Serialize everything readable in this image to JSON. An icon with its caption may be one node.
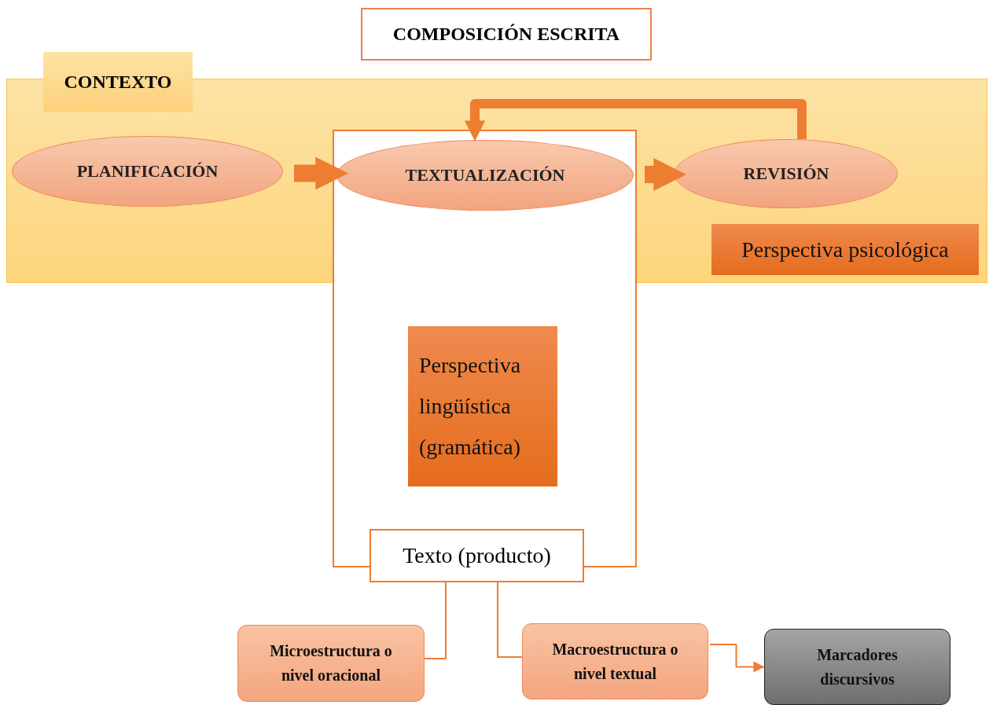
{
  "diagram": {
    "nodes": [
      {
        "text": [
          "COMPOSICIÓN ESCRITA"
        ]
      },
      {
        "text": [
          "CONTEXTO"
        ]
      },
      {
        "text": [
          "PLANIFICACIÓN"
        ],
        "in": 1
      },
      {
        "text": [],
        "shape": "box"
      },
      {
        "text": [
          "TEXTUALIZACIÓN"
        ]
      },
      {
        "text": [
          "Perspectiva lingüística (gramática)"
        ],
        "in": 3
      },
      {
        "text": [
          "Texto (producto)"
        ]
      },
      {
        "text": [
          "REVISIÓN"
        ],
        "in": 1
      },
      {
        "text": [
          "Perspectiva psicológica"
        ],
        "in": 1
      },
      {
        "text": [
          "Microestructura o nivel oracional"
        ]
      },
      {
        "text": [
          "Macroestructura o nivel textual"
        ]
      },
      {
        "text": [
          "Marcadores discursivos"
        ]
      }
    ],
    "edges": [
      {
        "from": 2,
        "to": 4,
        "arrow": "to",
        "style": "thick"
      },
      {
        "from": 4,
        "to": 7,
        "arrow": "to",
        "style": "thick"
      },
      {
        "from": 7,
        "to": 4,
        "arrow": "to",
        "style": "thick"
      },
      {
        "from": 6,
        "to": 9,
        "arrow": "none"
      },
      {
        "from": 6,
        "to": 10,
        "arrow": "none"
      },
      {
        "from": 10,
        "to": 11,
        "arrow": "to"
      }
    ]
  }
}
